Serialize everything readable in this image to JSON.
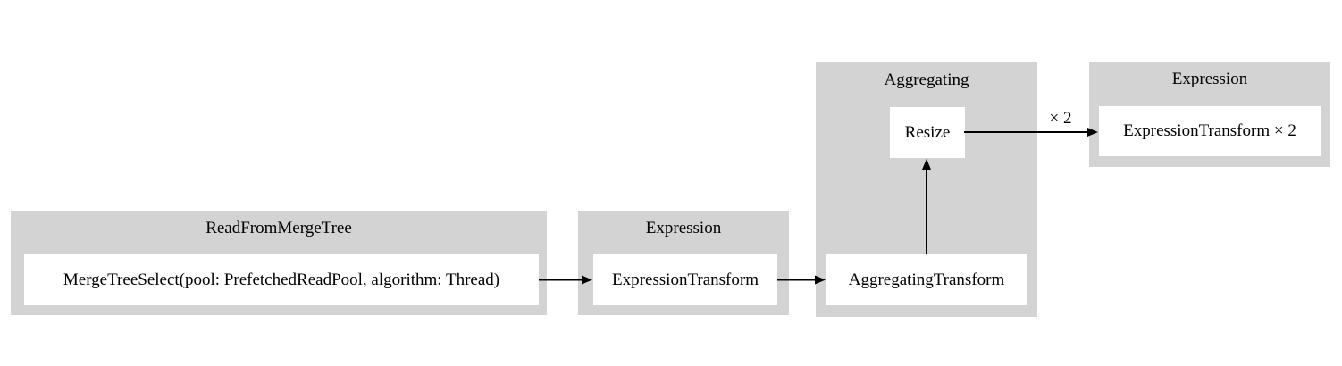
{
  "diagram": {
    "type": "pipeline-graph",
    "clusters": [
      {
        "title": "ReadFromMergeTree",
        "nodes": [
          {
            "label": "MergeTreeSelect(pool: PrefetchedReadPool, algorithm: Thread)"
          }
        ]
      },
      {
        "title": "Expression",
        "nodes": [
          {
            "label": "ExpressionTransform"
          }
        ]
      },
      {
        "title": "Aggregating",
        "nodes": [
          {
            "label": "Resize"
          },
          {
            "label": "AggregatingTransform"
          }
        ]
      },
      {
        "title": "Expression",
        "nodes": [
          {
            "label": "ExpressionTransform × 2"
          }
        ]
      }
    ],
    "edges": [
      {
        "from": "MergeTreeSelect(pool: PrefetchedReadPool, algorithm: Thread)",
        "to": "ExpressionTransform",
        "label": ""
      },
      {
        "from": "ExpressionTransform",
        "to": "AggregatingTransform",
        "label": ""
      },
      {
        "from": "AggregatingTransform",
        "to": "Resize",
        "label": ""
      },
      {
        "from": "Resize",
        "to": "ExpressionTransform × 2",
        "label": "× 2"
      }
    ],
    "colors": {
      "cluster_fill": "#d3d3d3",
      "node_fill": "#ffffff",
      "edge": "#000000",
      "text": "#000000",
      "background": "#ffffff"
    }
  }
}
